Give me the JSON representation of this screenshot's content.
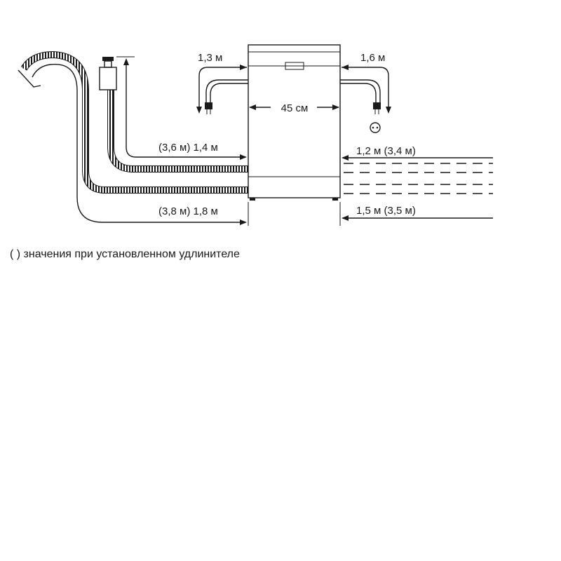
{
  "labels": {
    "power_cable_left": "1,3 м",
    "power_cable_right": "1,6 м",
    "width": "45 см",
    "inlet_hose_left": "(3,6 м) 1,4 м",
    "inlet_hose_right": "1,2 м (3,4 м)",
    "drain_hose_left": "(3,8 м) 1,8 м",
    "drain_hose_right": "1,5 м (3,5 м)"
  },
  "footnote": "( ) значения при установленном удлинителе"
}
